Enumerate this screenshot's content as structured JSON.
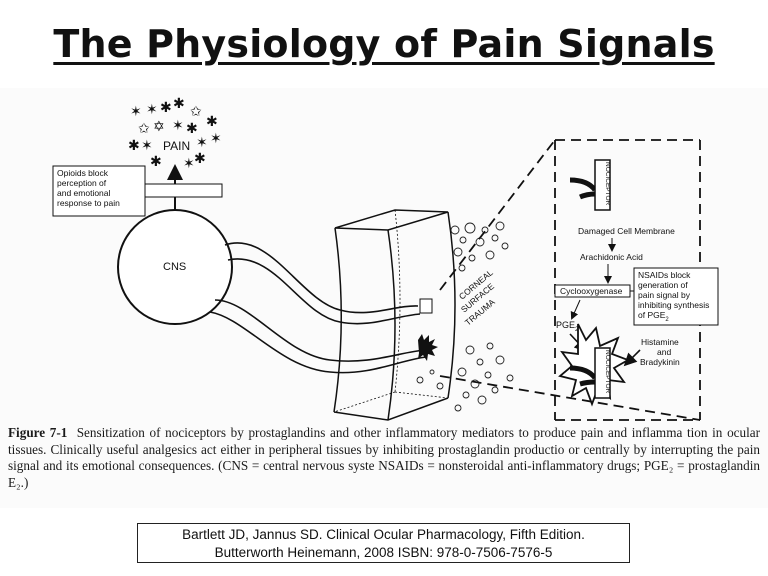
{
  "slide": {
    "title": "The Physiology of Pain Signals"
  },
  "diagram": {
    "pain_label": "PAIN",
    "opioid_box": {
      "lines": [
        "Opioids block",
        "perception of",
        "and emotional",
        "response to pain"
      ]
    },
    "cns_label": "CNS",
    "cornea_label_lines": [
      "CORNEAL",
      "SURFACE",
      "TRAUMA"
    ],
    "nociceptor_label": "NOCICEPTOR",
    "damaged_membrane": "Damaged Cell Membrane",
    "arachidonic_acid": "Arachidonic Acid",
    "cyclooxygenase": "Cyclooxygenase",
    "nsaid_box": {
      "lines": [
        "NSAIDs block",
        "generation of",
        "pain signal by",
        "inhibiting synthesis",
        "of PGE"
      ],
      "subscript": "2"
    },
    "pge2": {
      "base": "PGE",
      "subscript": "2"
    },
    "histamine_lines": [
      "Histamine",
      "and",
      "Bradykinin"
    ]
  },
  "caption": {
    "label": "Figure 7-1",
    "text": "Sensitization of nociceptors by prostaglandins and other inflammatory mediators to produce pain and inflamma tion in ocular tissues. Clinically useful analgesics act either in peripheral tissues by inhibiting prostaglandin productio or centrally by interrupting the pain signal and its emotional consequences. (CNS = central nervous syste NSAIDs = nonsteroidal anti-inflammatory drugs; PGE₂ = prostaglandin E₂.)"
  },
  "citation": {
    "line1": "Bartlett JD, Jannus SD. Clinical Ocular Pharmacology, Fifth Edition.",
    "line2": "Butterworth Heinemann, 2008 ISBN: 978-0-7506-7576-5"
  }
}
